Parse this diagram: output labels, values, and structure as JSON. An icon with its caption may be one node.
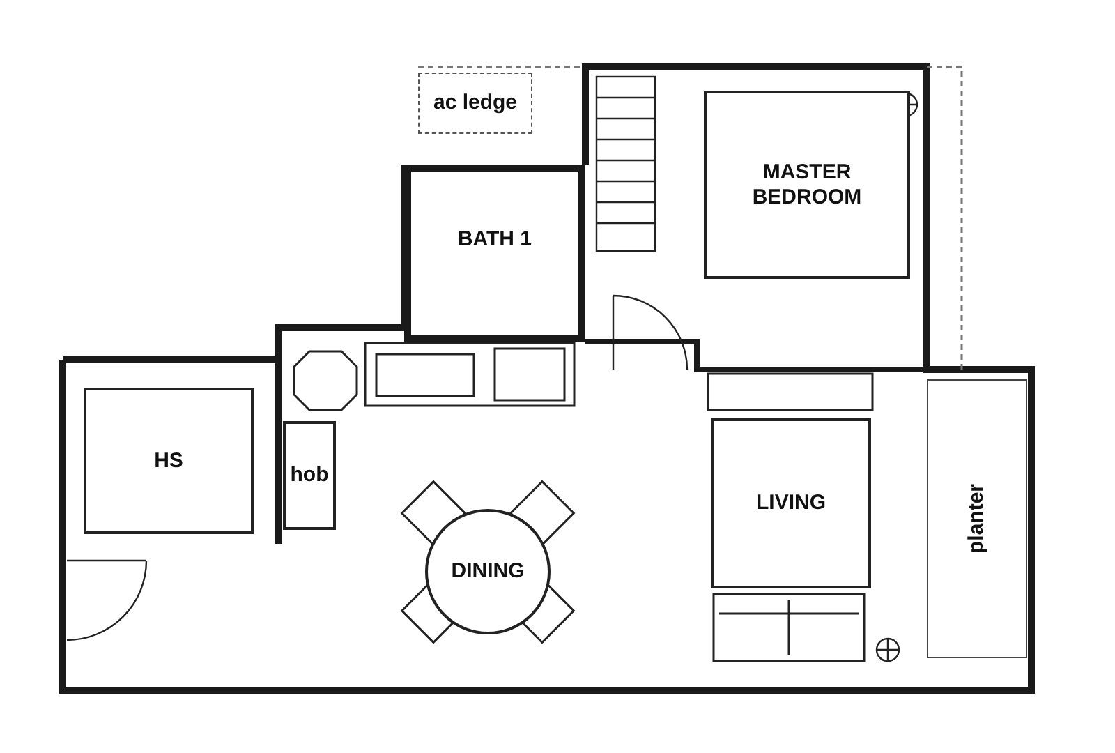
{
  "diagram": {
    "nodes": [
      {
        "text": [
          "ac ledge"
        ]
      },
      {
        "text": [
          "MASTER BEDROOM"
        ]
      },
      {
        "text": [
          "BATH 1"
        ]
      },
      {
        "text": [
          "HS"
        ]
      },
      {
        "text": [
          "hob"
        ]
      },
      {
        "text": [
          "LIVING"
        ]
      },
      {
        "text": [
          "DINING"
        ]
      },
      {
        "text": [
          "planter"
        ]
      }
    ]
  }
}
